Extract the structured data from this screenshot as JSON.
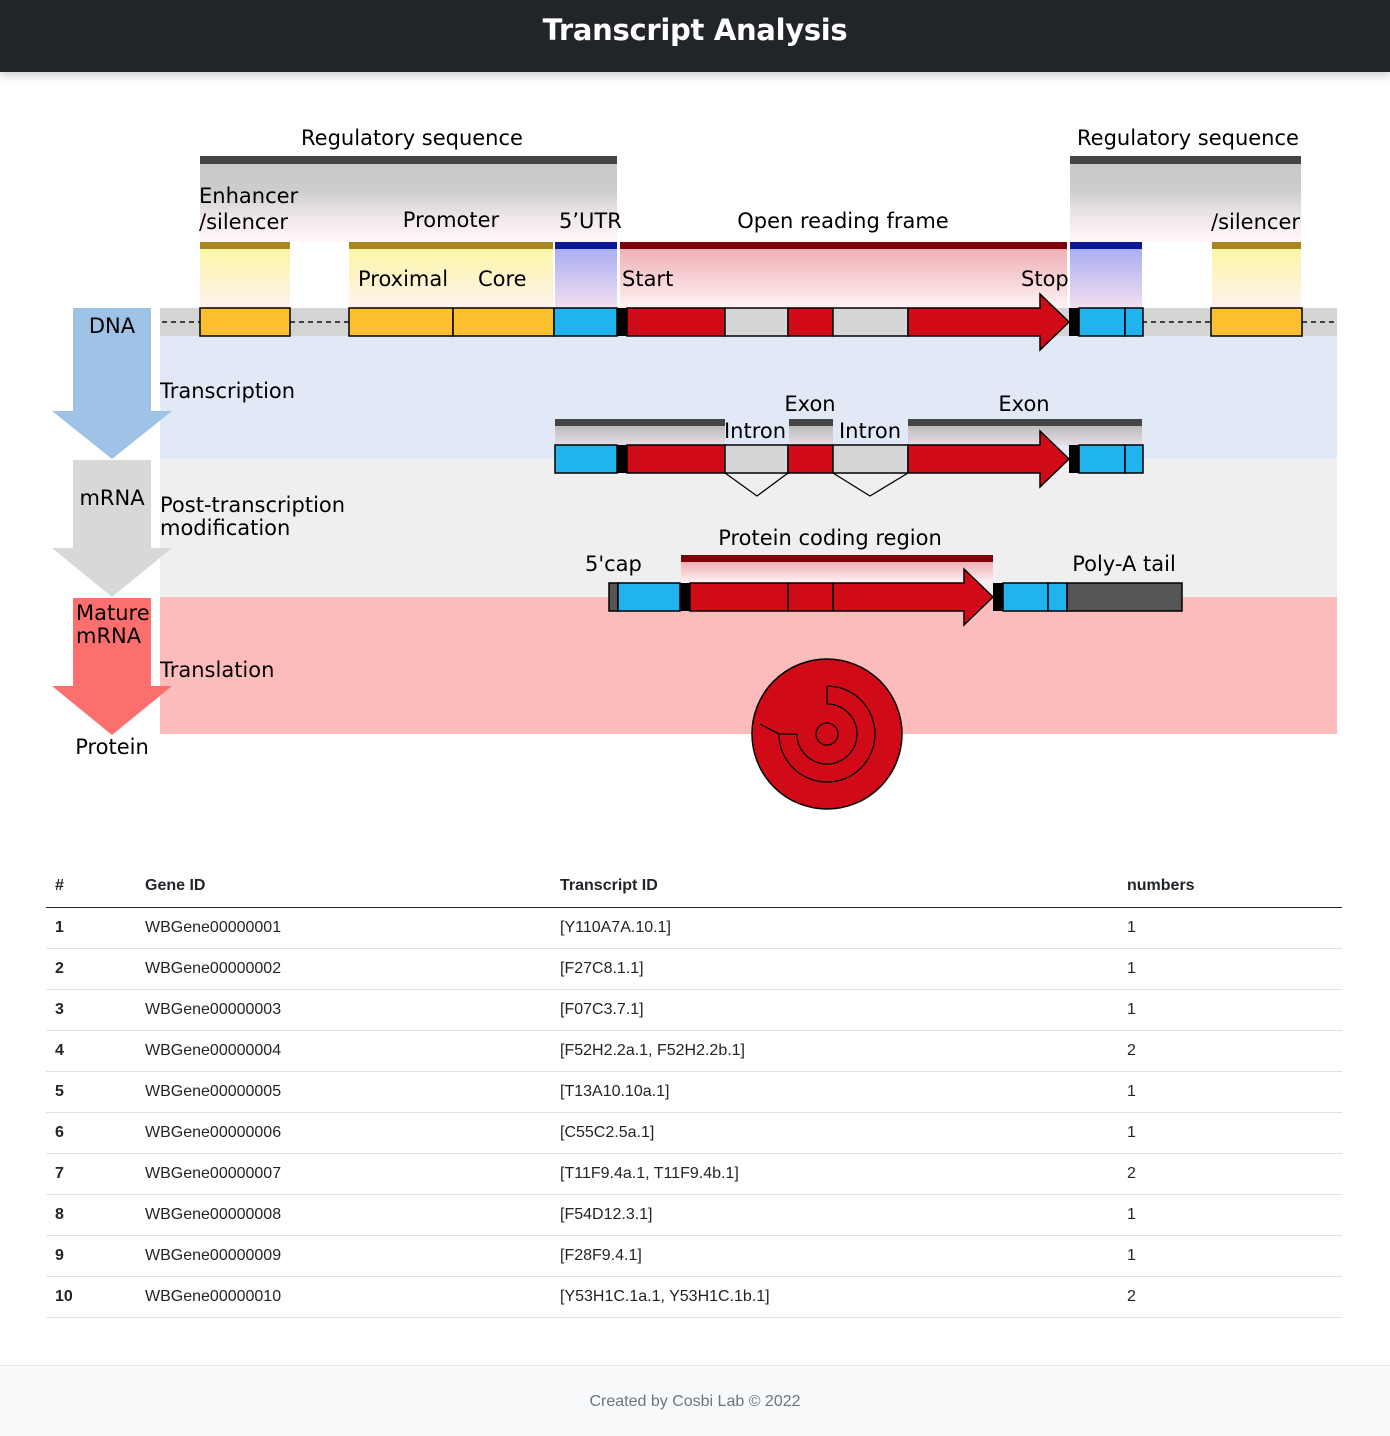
{
  "header": {
    "title": "Transcript Analysis"
  },
  "diagram": {
    "labels": {
      "regulatory_left": "Regulatory sequence",
      "regulatory_right": "Regulatory sequence",
      "enhancer_line1": "Enhancer",
      "enhancer_line2": "/silencer",
      "silencer_right": "/silencer",
      "promoter": "Promoter",
      "utr5": "5’UTR",
      "orf": "Open reading frame",
      "proximal": "Proximal",
      "core": "Core",
      "start": "Start",
      "stop": "Stop",
      "exon_1": "Exon",
      "exon_2": "Exon",
      "intron_1": "Intron",
      "intron_2": "Intron",
      "protein_coding_region": "Protein coding region",
      "cap5": "5'cap",
      "polya_tail": "Poly-A tail"
    },
    "stages": {
      "dna": "DNA",
      "transcription": "Transcription",
      "mrna": "mRNA",
      "post_transcription_line1": "Post-transcription",
      "post_transcription_line2": "modification",
      "mature_line1": "Mature",
      "mature_line2": "mRNA",
      "translation": "Translation",
      "protein": "Protein"
    },
    "colors": {
      "enhancer": "#fbbf2f",
      "utr": "#20b3ee",
      "orf": "#d10a18",
      "intron": "#d6d6d6",
      "regulatory_bar": "#444444",
      "regulatory_olive": "#a8861e",
      "utr_bar": "#0b1a94",
      "orf_bar": "#7b0309",
      "transcription_band": "#e1e9f6",
      "post_transcription_band": "#efefef",
      "translation_band": "#fdbcbc",
      "dna_arrow": "#9fc3e7",
      "mrna_arrow": "#d8d8d8",
      "mature_arrow": "#fc6f6f"
    }
  },
  "table": {
    "columns": [
      "#",
      "Gene ID",
      "Transcript ID",
      "numbers"
    ],
    "rows": [
      [
        "1",
        "WBGene00000001",
        "[Y110A7A.10.1]",
        "1"
      ],
      [
        "2",
        "WBGene00000002",
        "[F27C8.1.1]",
        "1"
      ],
      [
        "3",
        "WBGene00000003",
        "[F07C3.7.1]",
        "1"
      ],
      [
        "4",
        "WBGene00000004",
        "[F52H2.2a.1, F52H2.2b.1]",
        "2"
      ],
      [
        "5",
        "WBGene00000005",
        "[T13A10.10a.1]",
        "1"
      ],
      [
        "6",
        "WBGene00000006",
        "[C55C2.5a.1]",
        "1"
      ],
      [
        "7",
        "WBGene00000007",
        "[T11F9.4a.1, T11F9.4b.1]",
        "2"
      ],
      [
        "8",
        "WBGene00000008",
        "[F54D12.3.1]",
        "1"
      ],
      [
        "9",
        "WBGene00000009",
        "[F28F9.4.1]",
        "1"
      ],
      [
        "10",
        "WBGene00000010",
        "[Y53H1C.1a.1, Y53H1C.1b.1]",
        "2"
      ]
    ]
  },
  "footer": {
    "text": "Created by Cosbi Lab © 2022"
  }
}
